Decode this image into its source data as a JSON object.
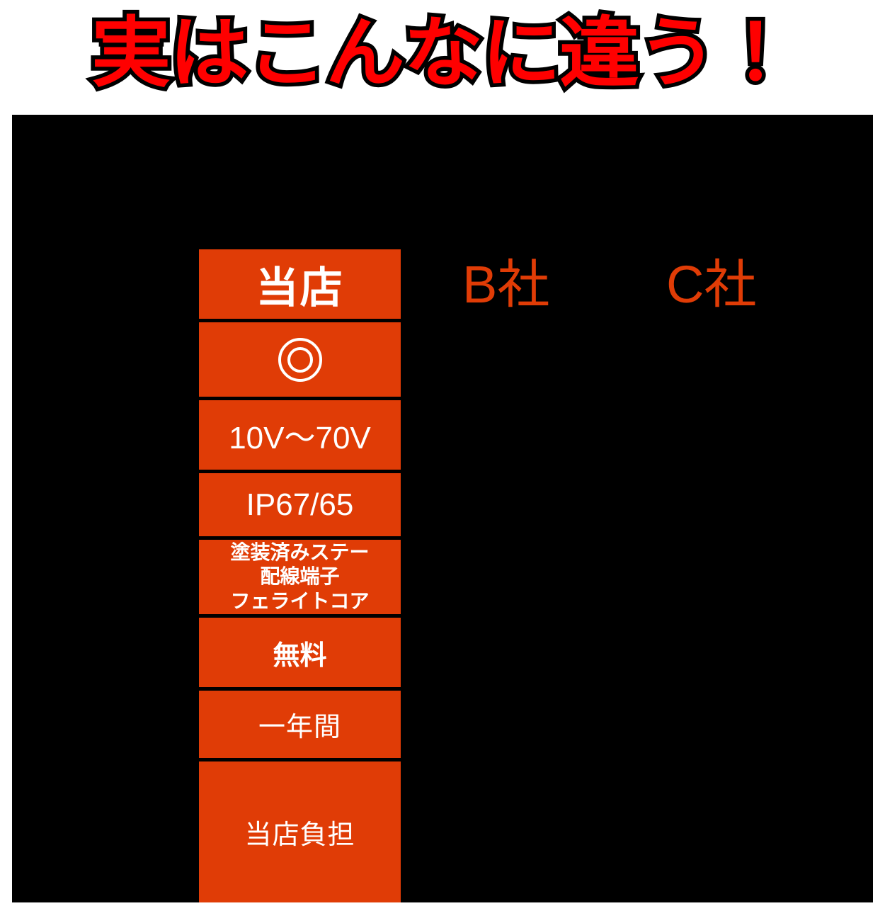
{
  "headline": {
    "text": "実はこんなに違う！",
    "color": "#ff0000",
    "outline_color": "#000000"
  },
  "colors": {
    "accent_orange": "#e03c06",
    "panel_background": "#000000",
    "page_background": "#ffffff",
    "cell_text": "#ffffff",
    "headline_red": "#ff0000"
  },
  "panel": {
    "background": "#000000"
  },
  "columns": [
    {
      "key": "store",
      "label": "当店",
      "highlighted": true
    },
    {
      "key": "company_b",
      "label": "B社",
      "highlighted": false
    },
    {
      "key": "company_c",
      "label": "C社",
      "highlighted": false
    }
  ],
  "store_column": {
    "header": "当店",
    "rows": [
      {
        "name": "quality-mark",
        "type": "mark",
        "mark": "double-circle",
        "value": "◎"
      },
      {
        "name": "voltage-range",
        "type": "text",
        "value": "10V〜70V"
      },
      {
        "name": "waterproof-rating",
        "type": "text",
        "value": "IP67/65"
      },
      {
        "name": "included-accessories",
        "type": "multiline",
        "lines": [
          "塗装済みステー",
          "配線端子",
          "フェライトコア"
        ]
      },
      {
        "name": "installation-fee",
        "type": "text",
        "value": "無料"
      },
      {
        "name": "warranty-period",
        "type": "text",
        "value": "一年間"
      },
      {
        "name": "shipping-cost",
        "type": "text",
        "value": "当店負担"
      }
    ]
  },
  "competitor_headers": {
    "company_b": "B社",
    "company_c": "C社"
  }
}
